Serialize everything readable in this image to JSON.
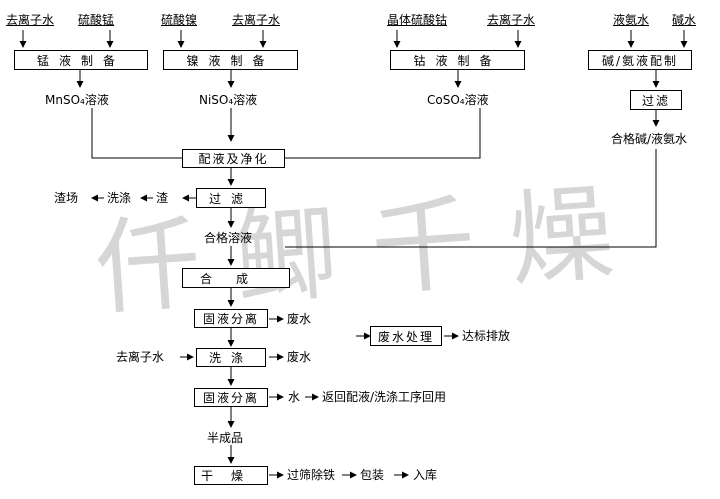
{
  "inputs": {
    "mn_water": "去离子水",
    "mn_sulfate": "硫酸锰",
    "ni_sulfate": "硫酸镍",
    "ni_water": "去离子水",
    "co_crystal": "晶体硫酸钴",
    "co_water": "去离子水",
    "ammonia_water": "液氨水",
    "alkali_water": "碱水"
  },
  "boxes": {
    "mn_prep": "锰液制备",
    "ni_prep": "镍液制备",
    "co_prep": "钴液制备",
    "alkali_prep": "碱/氨液配制",
    "filter_right": "过滤",
    "mix_purify": "配液及净化",
    "filter_main": "过滤",
    "synthesis": "合成",
    "sep1": "固液分离",
    "wash": "洗涤",
    "sep2": "固液分离",
    "wastewater": "废水处理",
    "dry": "干燥"
  },
  "labels": {
    "mnso4": "MnSO₄溶液",
    "niso4": "NiSO₄溶液",
    "coso4": "CoSO₄溶液",
    "alkali_ok": "合格碱/液氨水",
    "slag_site": "渣场",
    "washing": "洗涤",
    "slag": "渣",
    "ok_solution": "合格溶液",
    "waste1": "废水",
    "wash_water": "去离子水",
    "waste2": "废水",
    "water": "水",
    "reuse": "返回配液/洗涤工序回用",
    "discharge": "达标排放",
    "semi": "半成品",
    "sieve": "过筛除铁",
    "pack": "包装",
    "store": "入库",
    "watermark": "仟鲫千燥"
  }
}
